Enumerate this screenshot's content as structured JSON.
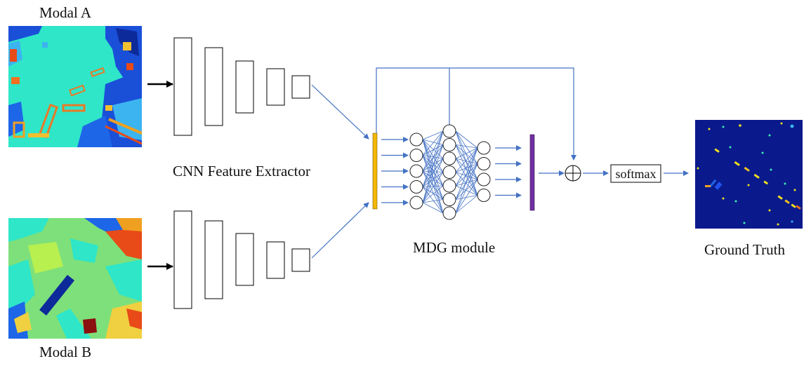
{
  "labels": {
    "modal_a": "Modal A",
    "modal_b": "Modal B",
    "cnn_extractor": "CNN Feature Extractor",
    "mdg_module": "MDG module",
    "ground_truth": "Ground Truth",
    "softmax": "softmax"
  },
  "colors": {
    "arrow_blue": "#4472C4",
    "concat_bar": "#F2B705",
    "output_bar": "#7030A0",
    "map_bg_cyan": "#2FE6C8",
    "map_bg_green": "#7EE07A",
    "gt_bg": "#0A1A8C"
  },
  "network": {
    "input_arrows": 5,
    "layer1_nodes": 5,
    "layer2_nodes": 7,
    "layer3_nodes": 4,
    "output_arrows": 4
  }
}
